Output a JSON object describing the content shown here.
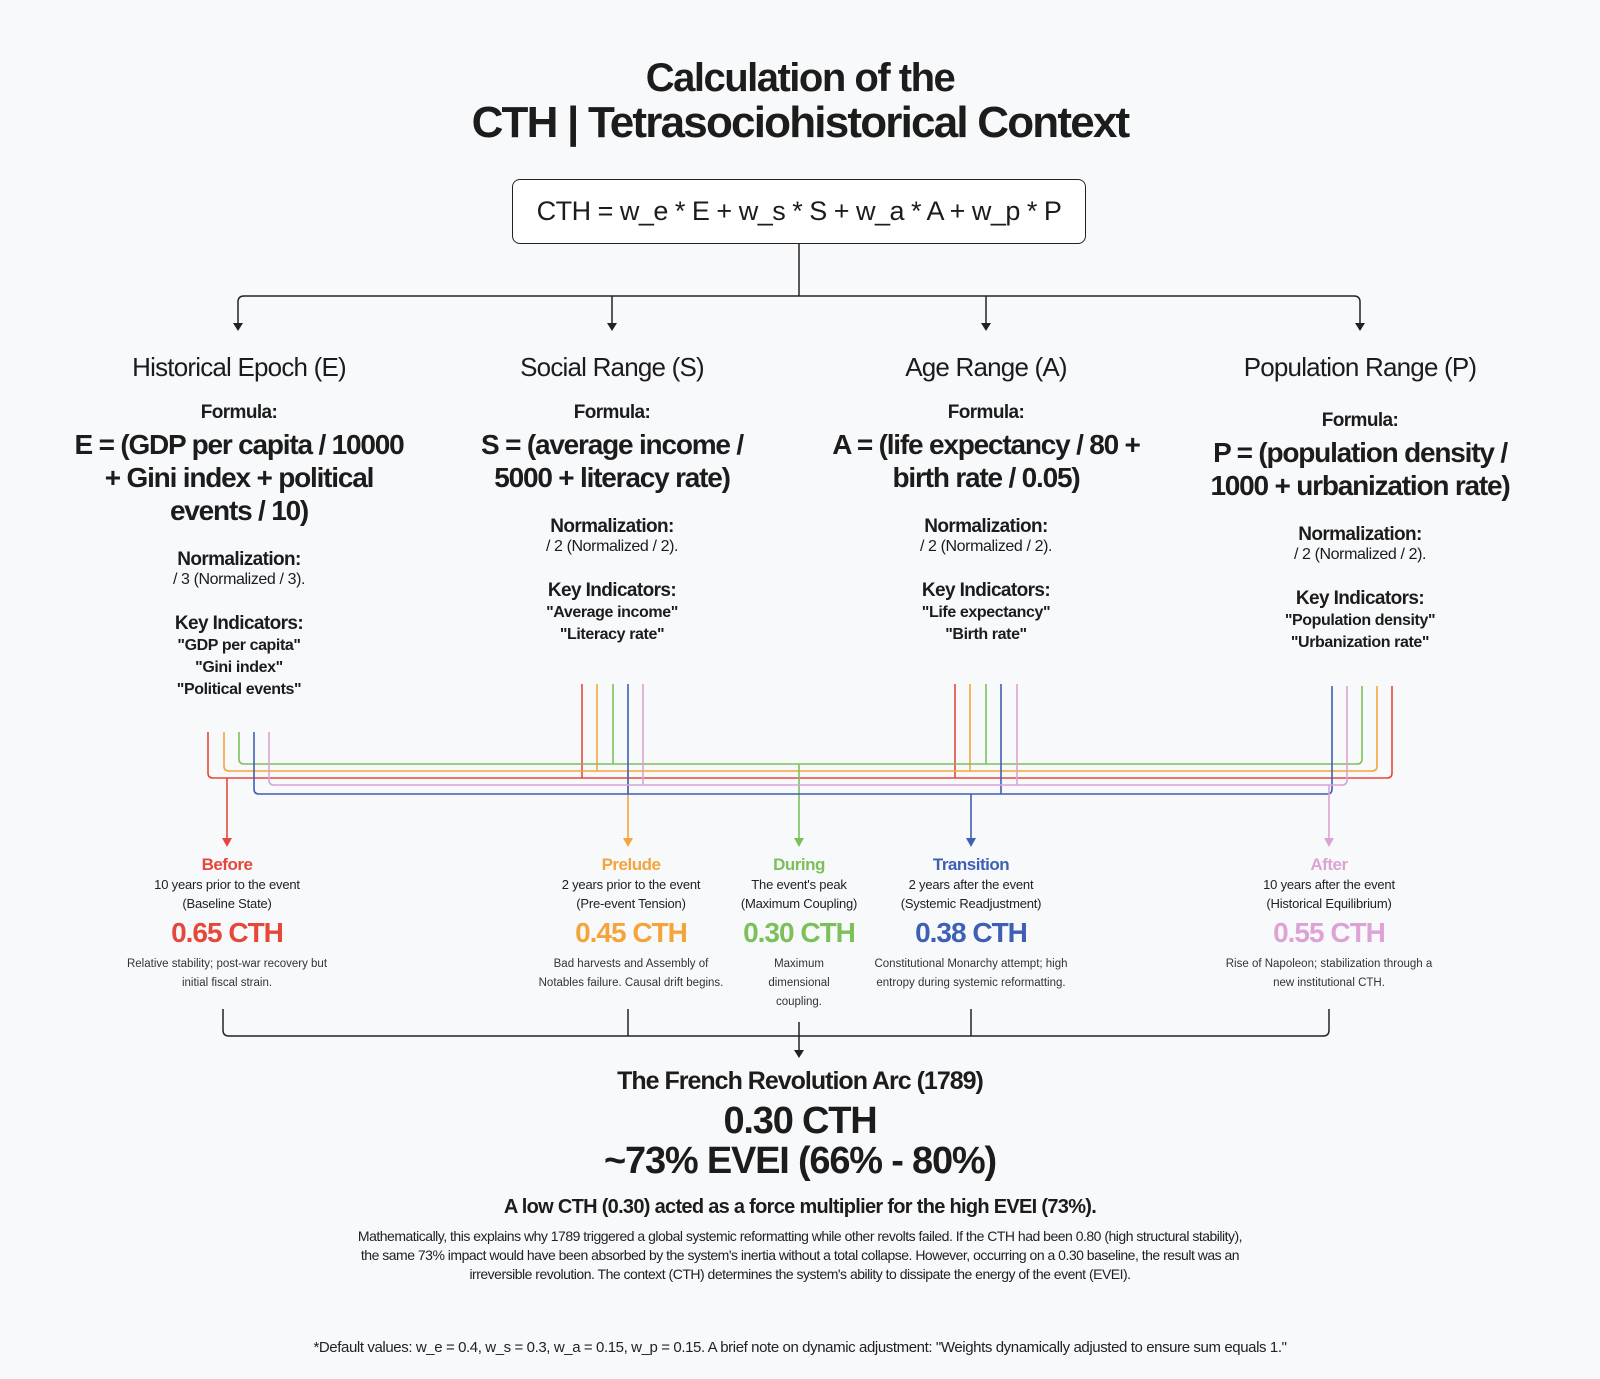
{
  "title": {
    "line1": "Calculation of the",
    "line2": "CTH | Tetrasociohistorical Context"
  },
  "main_formula": "CTH = w_e * E + w_s * S + w_a * A + w_p * P",
  "components": [
    {
      "heading": "Historical Epoch (E)",
      "formula_label": "Formula:",
      "formula": "E = (GDP per capita / 10000 + Gini index + political events / 10)",
      "normalization_label": "Normalization:",
      "normalization": "/ 3 (Normalized / 3).",
      "indicators_label": "Key Indicators:",
      "indicators": [
        "\"GDP per capita\"",
        "\"Gini index\"",
        "\"Political events\""
      ]
    },
    {
      "heading": "Social Range (S)",
      "formula_label": "Formula:",
      "formula": "S = (average income / 5000 + literacy rate)",
      "normalization_label": "Normalization:",
      "normalization": "/ 2 (Normalized / 2).",
      "indicators_label": "Key Indicators:",
      "indicators": [
        "\"Average income\"",
        "\"Literacy rate\""
      ]
    },
    {
      "heading": "Age Range (A)",
      "formula_label": "Formula:",
      "formula": "A = (life expectancy / 80 + birth rate / 0.05)",
      "normalization_label": "Normalization:",
      "normalization": "/ 2 (Normalized / 2).",
      "indicators_label": "Key Indicators:",
      "indicators": [
        "\"Life expectancy\"",
        "\"Birth rate\""
      ]
    },
    {
      "heading": "Population Range (P)",
      "formula_label": "Formula:",
      "formula": "P = (population density / 1000 + urbanization rate)",
      "normalization_label": "Normalization:",
      "normalization": "/ 2 (Normalized / 2).",
      "indicators_label": "Key Indicators:",
      "indicators": [
        "\"Population density\"",
        "\"Urbanization rate\""
      ]
    }
  ],
  "stages": [
    {
      "name": "Before",
      "desc1": "10 years prior to the event",
      "desc2": "(Baseline State)",
      "value": "0.65 CTH",
      "note": "Relative stability; post-war recovery but initial fiscal strain.",
      "color": "#e5483b"
    },
    {
      "name": "Prelude",
      "desc1": "2 years prior to the event",
      "desc2": "(Pre-event Tension)",
      "value": "0.45 CTH",
      "note": "Bad harvests and Assembly of Notables failure. Causal drift begins.",
      "color": "#f5a43c"
    },
    {
      "name": "During",
      "desc1": "The event's peak",
      "desc2": "(Maximum Coupling)",
      "value": "0.30 CTH",
      "note": "Maximum dimensional coupling.",
      "color": "#7cc05a"
    },
    {
      "name": "Transition",
      "desc1": "2 years after the event",
      "desc2": "(Systemic Readjustment)",
      "value": "0.38 CTH",
      "note": "Constitutional Monarchy attempt; high entropy during systemic reformatting.",
      "color": "#3f5fb5"
    },
    {
      "name": "After",
      "desc1": "10 years after the event",
      "desc2": "(Historical Equilibrium)",
      "value": "0.55 CTH",
      "note": "Rise of Napoleon; stabilization through a new institutional CTH.",
      "color": "#dca3d4"
    }
  ],
  "result": {
    "title": "The French Revolution Arc (1789)",
    "cth": "0.30 CTH",
    "evei": "~73% EVEI (66% - 80%)",
    "insight": "A low CTH (0.30) acted as a force multiplier for the high EVEI (73%).",
    "explanation": "Mathematically, this explains why 1789 triggered a global systemic reformatting while other revolts failed. If the CTH had been 0.80 (high structural stability), the same 73% impact would have been absorbed by the system's inertia without a total collapse. However, occurring on a 0.30 baseline, the result was an irreversible revolution. The context (CTH) determines the system's ability to dissipate the energy of the event (EVEI)."
  },
  "footnote": "*Default values: w_e = 0.4, w_s = 0.3, w_a = 0.15, w_p = 0.15. A brief note on dynamic adjustment: \"Weights dynamically adjusted to ensure sum equals 1.\""
}
